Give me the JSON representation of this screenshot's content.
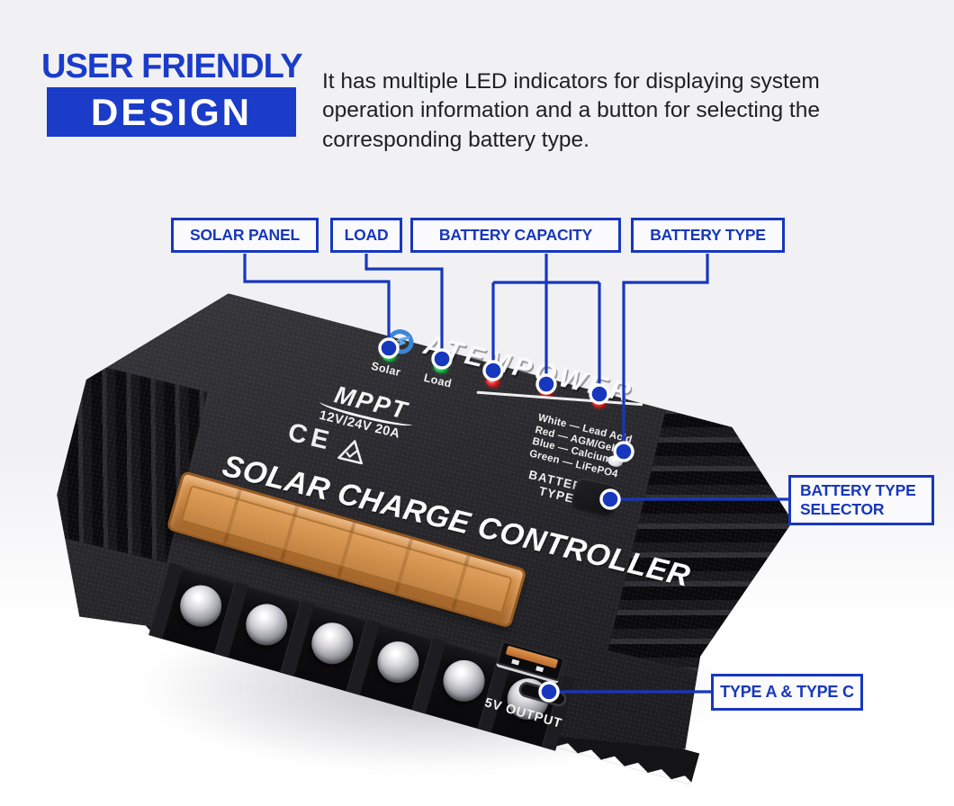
{
  "header": {
    "title_top": "USER FRIENDLY",
    "title_bottom": "DESIGN",
    "description": "It has multiple LED indicators for displaying system operation information and a button for selecting the corresponding battery type."
  },
  "callouts": {
    "solar_panel": {
      "label": "SOLAR PANEL"
    },
    "load": {
      "label": "LOAD"
    },
    "battery_capacity": {
      "label": "BATTERY CAPACITY"
    },
    "battery_type": {
      "label": "BATTERY TYPE"
    },
    "battery_type_selector": {
      "label_line1": "BATTERY TYPE",
      "label_line2": "SELECTOR"
    },
    "usb_output": {
      "label": "TYPE A & TYPE C"
    }
  },
  "device": {
    "brand": "ATEMPOWER",
    "leds": {
      "solar_label": "Solar",
      "load_label": "Load"
    },
    "mppt_label": "MPPT",
    "rating_label": "12V/24V 20A",
    "ce_label": "CE",
    "product_name": "SOLAR CHARGE CONTROLLER",
    "battery_legend": [
      "White — Lead Acid",
      "Red — AGM/Gel",
      "Blue — Calcium",
      "Green — LiFePO4"
    ],
    "battery_type_line1": "BATTERY",
    "battery_type_line2": "TYPE",
    "output_label": "5V OUTPUT"
  },
  "colors": {
    "accent_blue": "#1737bd",
    "heading_blue": "#1b3cc9",
    "logo_blue": "#3c86d6",
    "led_green": "#1fbf4a",
    "led_red": "#d01d22",
    "led_white": "#e8e8ec",
    "fuse_orange": "#cd8238",
    "device_black": "#222226"
  }
}
